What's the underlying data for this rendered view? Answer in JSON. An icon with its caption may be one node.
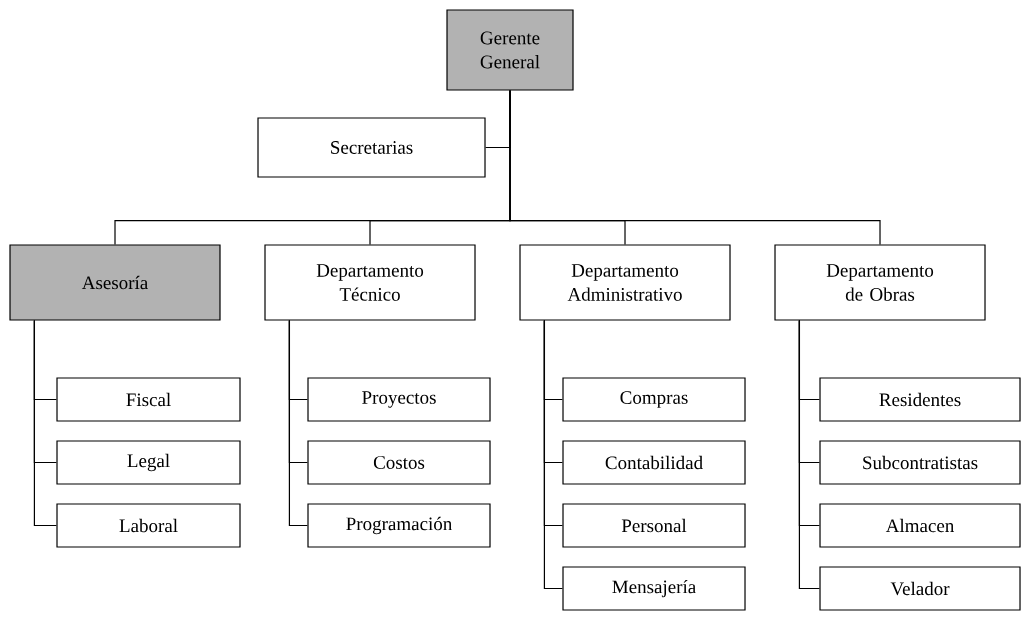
{
  "diagram": {
    "nodes": [
      {
        "text": [
          "Gerente General"
        ]
      },
      {
        "text": [
          "Secretarias"
        ]
      },
      {
        "text": [
          "Asesoría"
        ]
      },
      {
        "text": [
          "Departamento Técnico"
        ]
      },
      {
        "text": [
          "Departamento Administrativo"
        ]
      },
      {
        "text": [
          "Departamento de Obras"
        ]
      },
      {
        "text": [
          "Fiscal"
        ]
      },
      {
        "text": [
          "Legal"
        ]
      },
      {
        "text": [
          "Laboral"
        ]
      },
      {
        "text": [
          "Proyectos"
        ]
      },
      {
        "text": [
          "Costos"
        ]
      },
      {
        "text": [
          "Programación"
        ]
      },
      {
        "text": [
          "Compras"
        ]
      },
      {
        "text": [
          "Contabilidad"
        ]
      },
      {
        "text": [
          "Personal"
        ]
      },
      {
        "text": [
          "Mensajería"
        ]
      },
      {
        "text": [
          "Residentes"
        ]
      },
      {
        "text": [
          "Subcontratistas"
        ]
      },
      {
        "text": [
          "Almacen"
        ]
      },
      {
        "text": [
          "Velador"
        ]
      }
    ],
    "edges": [
      {
        "from": 0,
        "to": 1,
        "arrow": "none"
      },
      {
        "from": 0,
        "to": 2,
        "arrow": "none"
      },
      {
        "from": 0,
        "to": 3,
        "arrow": "none"
      },
      {
        "from": 0,
        "to": 4,
        "arrow": "none"
      },
      {
        "from": 0,
        "to": 5,
        "arrow": "none"
      },
      {
        "from": 2,
        "to": 6,
        "arrow": "none"
      },
      {
        "from": 2,
        "to": 7,
        "arrow": "none"
      },
      {
        "from": 2,
        "to": 8,
        "arrow": "none"
      },
      {
        "from": 3,
        "to": 9,
        "arrow": "none"
      },
      {
        "from": 3,
        "to": 10,
        "arrow": "none"
      },
      {
        "from": 3,
        "to": 11,
        "arrow": "none"
      },
      {
        "from": 4,
        "to": 12,
        "arrow": "none"
      },
      {
        "from": 4,
        "to": 13,
        "arrow": "none"
      },
      {
        "from": 4,
        "to": 14,
        "arrow": "none"
      },
      {
        "from": 4,
        "to": 15,
        "arrow": "none"
      },
      {
        "from": 5,
        "to": 16,
        "arrow": "none"
      },
      {
        "from": 5,
        "to": 17,
        "arrow": "none"
      },
      {
        "from": 5,
        "to": 18,
        "arrow": "none"
      },
      {
        "from": 5,
        "to": 19,
        "arrow": "none"
      }
    ]
  }
}
